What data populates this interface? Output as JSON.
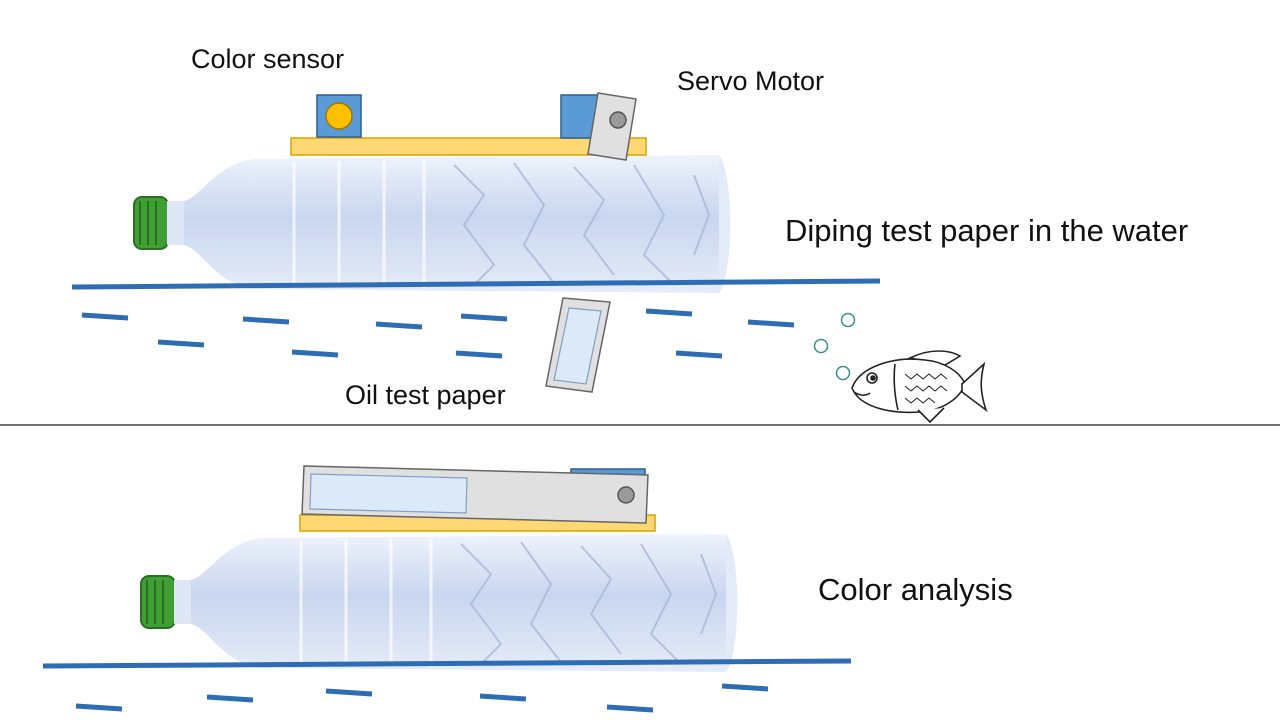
{
  "top_panel": {
    "color_sensor_label": "Color sensor",
    "servo_motor_label": "Servo Motor",
    "oil_test_paper_label": "Oil test paper",
    "caption": "Diping test paper in the water"
  },
  "bottom_panel": {
    "caption": "Color analysis"
  },
  "colors": {
    "water_line": "#2e6db4",
    "platform": "#ffd873",
    "sensor_box": "#5b9bd5",
    "sensor_eye": "#ffc000",
    "bottle_cap": "#3a9a2e",
    "bottle_body": "#dbe5f7",
    "paper_arm": "#e0e0e0",
    "test_strip": "#dce9f8"
  }
}
